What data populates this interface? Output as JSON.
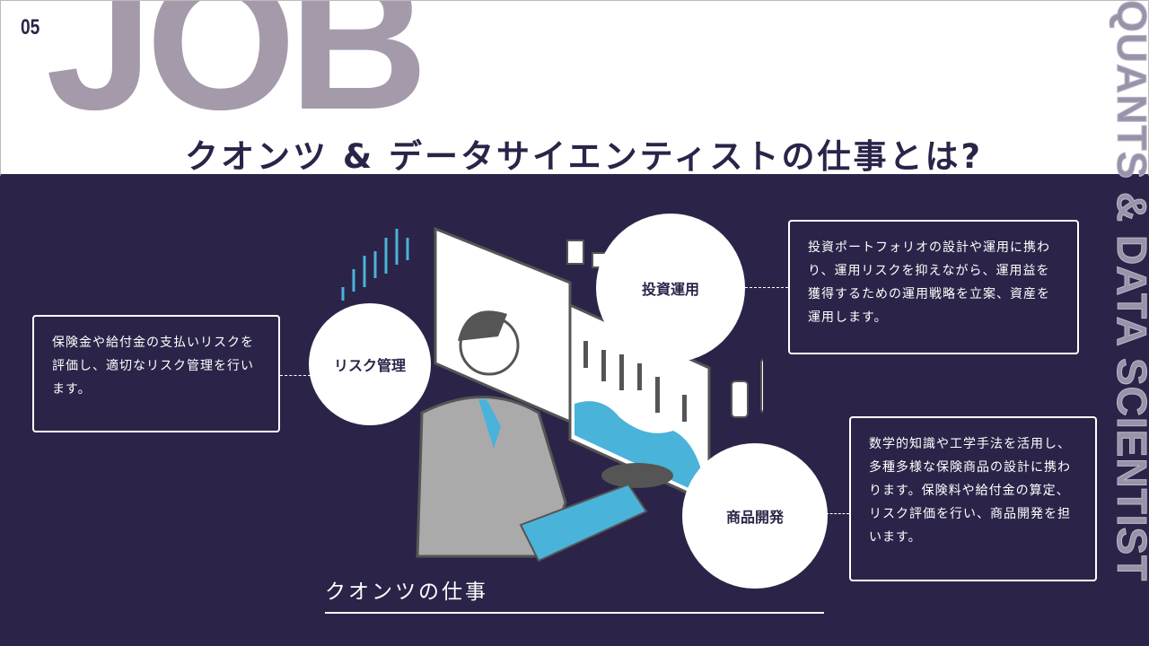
{
  "header": {
    "number": "05",
    "big_word": "JOB",
    "title": "クオンツ & データサイエンティストの仕事とは?",
    "vertical_text": "QUANTS & DATA SCIENTIST"
  },
  "topics": [
    {
      "label": "リスク管理",
      "description": "保険金や給付金の支払いリスクを評価し、適切なリスク管理を行います。"
    },
    {
      "label": "投資運用",
      "description": "投資ポートフォリオの設計や運用に携わり、運用リスクを抑えながら、運用益を獲得するための運用戦略を立案、資産を運用します。"
    },
    {
      "label": "商品開発",
      "description": "数学的知識や工学手法を活用し、多種多様な保険商品の設計に携わります。保険料や給付金の算定、リスク評価を行い、商品開発を担います。"
    }
  ],
  "section_caption": "クオンツの仕事",
  "colors": {
    "navy": "#2b2448",
    "gray": "#a59aaa",
    "accent": "#4ab3d9"
  }
}
